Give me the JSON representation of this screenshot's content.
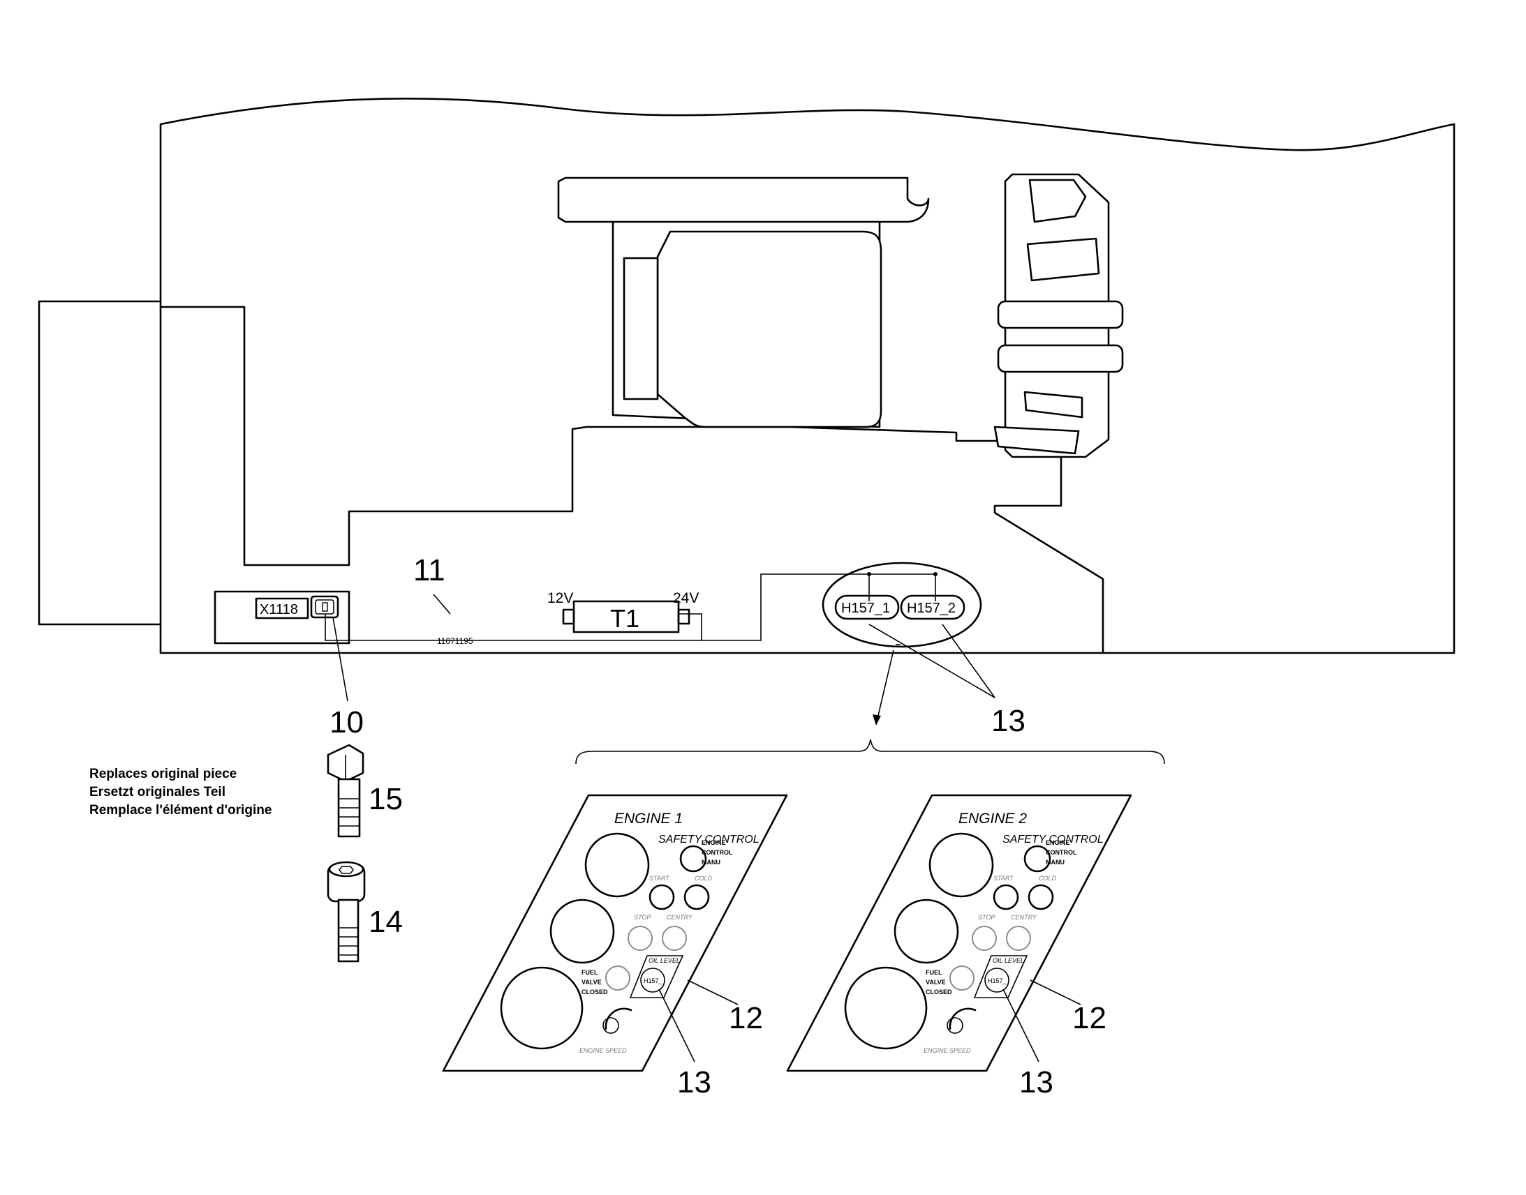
{
  "connector": {
    "label": "X1118"
  },
  "cable": {
    "number": "11071195"
  },
  "transformer": {
    "label": "T1",
    "input_voltage": "12V",
    "output_voltage": "24V"
  },
  "lamps": [
    {
      "label": "H157_1"
    },
    {
      "label": "H157_2"
    }
  ],
  "callouts": {
    "part_10": "10",
    "part_11": "11",
    "part_12_left": "12",
    "part_12_right": "12",
    "part_13_top": "13",
    "part_13_left": "13",
    "part_13_right": "13",
    "part_14": "14",
    "part_15": "15"
  },
  "note": {
    "line_en": "Replaces original piece",
    "line_de": "Ersetzt originales Teil",
    "line_fr": "Remplace l'élément d'origine"
  },
  "panels": [
    {
      "title": "ENGINE 1",
      "safety_control": "SAFETY CONTROL",
      "engine_control": "ENGINE",
      "engine_control_2": "CONTROL",
      "engine_control_3": "MANU",
      "start": "START",
      "cold": "COLD",
      "stop": "STOP",
      "centry": "CENTRY",
      "oil_level": "OIL LEVEL",
      "lamp": "H157_",
      "fuel": "FUEL",
      "valve": "VALVE",
      "closed": "CLOSED",
      "engine_speed": "ENGINE SPEED"
    },
    {
      "title": "ENGINE 2",
      "safety_control": "SAFETY CONTROL",
      "engine_control": "ENGINE",
      "engine_control_2": "CONTROL",
      "engine_control_3": "MANU",
      "start": "START",
      "cold": "COLD",
      "stop": "STOP",
      "centry": "CENTRY",
      "oil_level": "OIL LEVEL",
      "lamp": "H157_",
      "fuel": "FUEL",
      "valve": "VALVE",
      "closed": "CLOSED",
      "engine_speed": "ENGINE SPEED"
    }
  ]
}
